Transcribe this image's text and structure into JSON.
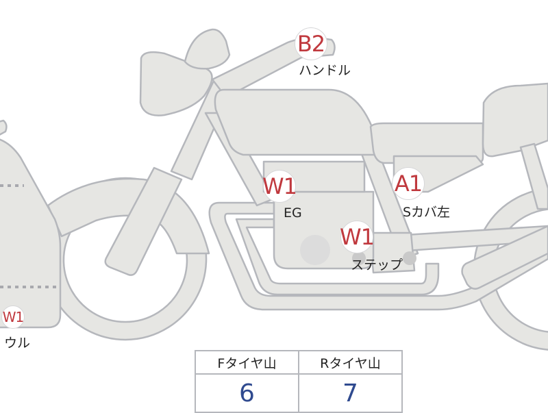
{
  "diagram": {
    "type": "motorcycle-inspection-diagram",
    "colors": {
      "part_fill": "#e6e6e3",
      "part_stroke": "#b5b7bc",
      "grade_text": "#c0393e",
      "value_text": "#2f4a8f"
    },
    "markers": [
      {
        "grade": "B2",
        "part": "ハンドル"
      },
      {
        "grade": "W1",
        "part": "EG"
      },
      {
        "grade": "A1",
        "part": "Sカバ左"
      },
      {
        "grade": "W1",
        "part": "ステップ"
      },
      {
        "grade": "W1",
        "part": "ウル"
      }
    ],
    "tire_table": {
      "headers": [
        "Fタイヤ山",
        "Rタイヤ山"
      ],
      "values": [
        "6",
        "7"
      ]
    }
  }
}
